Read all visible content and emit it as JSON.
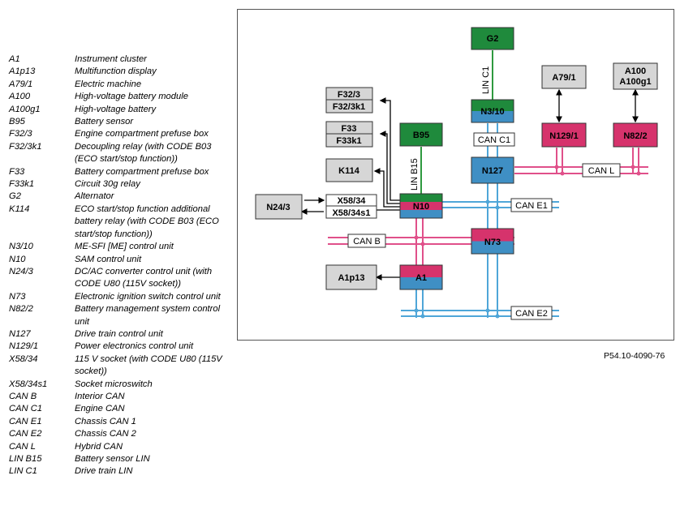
{
  "legend": [
    {
      "code": "A1",
      "desc": "Instrument cluster"
    },
    {
      "code": "A1p13",
      "desc": "Multifunction display"
    },
    {
      "code": "A79/1",
      "desc": "Electric machine"
    },
    {
      "code": "A100",
      "desc": "High-voltage battery module"
    },
    {
      "code": "A100g1",
      "desc": "High-voltage battery"
    },
    {
      "code": "B95",
      "desc": "Battery sensor"
    },
    {
      "code": "F32/3",
      "desc": "Engine compartment prefuse box"
    },
    {
      "code": "F32/3k1",
      "desc": "Decoupling relay (with CODE B03 (ECO start/stop function))"
    },
    {
      "code": "F33",
      "desc": "Battery compartment prefuse box"
    },
    {
      "code": "F33k1",
      "desc": "Circuit 30g relay"
    },
    {
      "code": "G2",
      "desc": "Alternator"
    },
    {
      "code": "K114",
      "desc": "ECO start/stop function additional battery relay (with CODE B03 (ECO start/stop function))"
    },
    {
      "code": "N3/10",
      "desc": "ME-SFI [ME] control unit"
    },
    {
      "code": "N10",
      "desc": "SAM control unit"
    },
    {
      "code": "N24/3",
      "desc": "DC/AC converter control unit (with CODE U80 (115V socket))"
    },
    {
      "code": "N73",
      "desc": "Electronic ignition switch control unit"
    },
    {
      "code": "N82/2",
      "desc": "Battery management system control unit"
    },
    {
      "code": "N127",
      "desc": "Drive train control unit"
    },
    {
      "code": "N129/1",
      "desc": "Power electronics control unit"
    },
    {
      "code": "X58/34",
      "desc": "115 V socket (with CODE U80 (115V socket))"
    },
    {
      "code": "X58/34s1",
      "desc": "Socket microswitch"
    },
    {
      "code": "CAN B",
      "desc": "Interior CAN"
    },
    {
      "code": "CAN C1",
      "desc": "Engine CAN"
    },
    {
      "code": "CAN E1",
      "desc": "Chassis CAN 1"
    },
    {
      "code": "CAN E2",
      "desc": "Chassis CAN 2"
    },
    {
      "code": "CAN L",
      "desc": "Hybrid CAN"
    },
    {
      "code": "LIN B15",
      "desc": "Battery sensor LIN"
    },
    {
      "code": "LIN C1",
      "desc": "Drive train LIN"
    }
  ],
  "diagram": {
    "components": {
      "g2": "G2",
      "n3_10": "N3/10",
      "can_c1_label": "CAN C1",
      "n127": "N127",
      "n73": "N73",
      "a1": "A1",
      "b95": "B95",
      "n10": "N10",
      "a79_1": "A79/1",
      "n129_1": "N129/1",
      "a100": "A100",
      "a100g1": "A100g1",
      "n82_2": "N82/2",
      "f32_3": "F32/3",
      "f32_3k1": "F32/3k1",
      "f33": "F33",
      "f33k1": "F33k1",
      "k114": "K114",
      "n24_3": "N24/3",
      "x58_34": "X58/34",
      "x58_34s1": "X58/34s1",
      "a1p13": "A1p13"
    },
    "bus_labels": {
      "can_l": "CAN L",
      "can_e1": "CAN E1",
      "can_b": "CAN B",
      "can_e2": "CAN E2",
      "lin_c1": "LIN C1",
      "lin_b15": "LIN B15"
    },
    "colors": {
      "green": "#1f8a3c",
      "blue": "#3f8fc4",
      "pink": "#d6336c",
      "gray": "#d6d6d6",
      "can_blue_line": "#4fa6d8",
      "can_pink_line": "#e0508a",
      "lin_green": "#2f9a3f"
    }
  },
  "figure_ref": "P54.10-4090-76"
}
